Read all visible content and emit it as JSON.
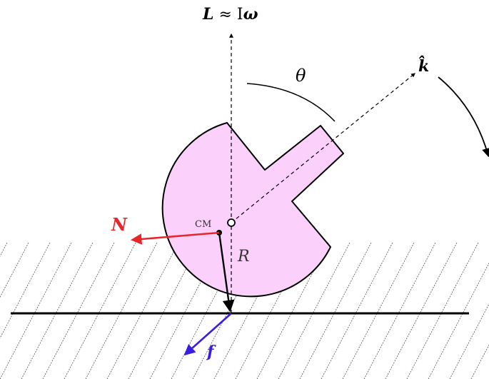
{
  "labels": {
    "angular_momentum": "L ≈ Iω",
    "angular_momentum_L": "L",
    "angular_momentum_approx": " ≈ I",
    "angular_momentum_omega": "ω",
    "theta": "θ",
    "k_hat": "k̂",
    "normal_force": "N",
    "center_of_mass": "CM",
    "radius": "R",
    "friction": "f"
  },
  "colors": {
    "body_fill": "#fbd0fb",
    "stroke": "#000000",
    "normal_force": "#e8262a",
    "friction": "#3a1de0",
    "hatch": "#555555"
  }
}
